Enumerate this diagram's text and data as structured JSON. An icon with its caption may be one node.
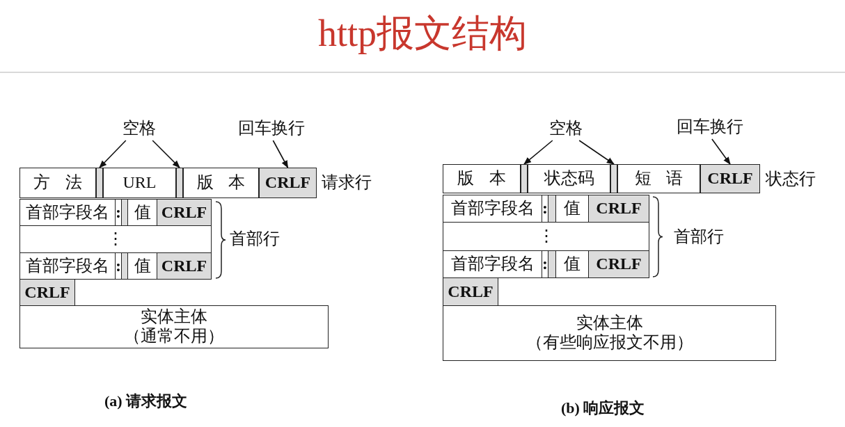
{
  "diagram": {
    "title": "http报文结构",
    "nodes": [
      {
        "text": [
          "空格"
        ]
      },
      {
        "text": [
          "回车换行"
        ]
      },
      {
        "text": [
          "方法"
        ]
      },
      {
        "text": [],
        "shape": "bar"
      },
      {
        "text": [
          "URL"
        ]
      },
      {
        "text": [],
        "shape": "bar"
      },
      {
        "text": [
          "版本"
        ]
      },
      {
        "text": [
          "CRLF"
        ]
      },
      {
        "text": [
          "首部字段名"
        ]
      },
      {
        "text": [
          ":"
        ]
      },
      {
        "text": [],
        "shape": "bar"
      },
      {
        "text": [
          "值"
        ]
      },
      {
        "text": [
          "CRLF"
        ]
      },
      {
        "text": [
          "⋮"
        ]
      },
      {
        "text": [
          "首部字段名"
        ]
      },
      {
        "text": [
          ":"
        ]
      },
      {
        "text": [],
        "shape": "bar"
      },
      {
        "text": [
          "值"
        ]
      },
      {
        "text": [
          "CRLF"
        ]
      },
      {
        "text": [
          "CRLF"
        ]
      },
      {
        "text": [
          "实体主体",
          "（通常不用）"
        ]
      },
      {
        "text": [
          "空格"
        ]
      },
      {
        "text": [
          "回车换行"
        ]
      },
      {
        "text": [
          "版本"
        ]
      },
      {
        "text": [],
        "shape": "bar"
      },
      {
        "text": [
          "状态码"
        ]
      },
      {
        "text": [],
        "shape": "bar"
      },
      {
        "text": [
          "短语"
        ]
      },
      {
        "text": [
          "CRLF"
        ]
      },
      {
        "text": [
          "首部字段名"
        ]
      },
      {
        "text": [
          ":"
        ]
      },
      {
        "text": [],
        "shape": "bar"
      },
      {
        "text": [
          "值"
        ]
      },
      {
        "text": [
          "CRLF"
        ]
      },
      {
        "text": [
          "⋮"
        ]
      },
      {
        "text": [
          "首部字段名"
        ]
      },
      {
        "text": [
          ":"
        ]
      },
      {
        "text": [],
        "shape": "bar"
      },
      {
        "text": [
          "值"
        ]
      },
      {
        "text": [
          "CRLF"
        ]
      },
      {
        "text": [
          "CRLF"
        ]
      },
      {
        "text": [
          "实体主体",
          "（有些响应报文不用）"
        ]
      }
    ],
    "edges": [
      {
        "from": 0,
        "to": 3,
        "arrow": "to"
      },
      {
        "from": 0,
        "to": 5,
        "arrow": "to"
      },
      {
        "from": 1,
        "to": 7,
        "arrow": "to"
      },
      {
        "from": 21,
        "to": 24,
        "arrow": "to"
      },
      {
        "from": 21,
        "to": 26,
        "arrow": "to"
      },
      {
        "from": 22,
        "to": 28,
        "arrow": "to"
      }
    ],
    "labels": [
      "请求行",
      "首部行",
      "(a) 请求报文",
      "状态行",
      "首部行",
      "(b) 响应报文"
    ]
  }
}
